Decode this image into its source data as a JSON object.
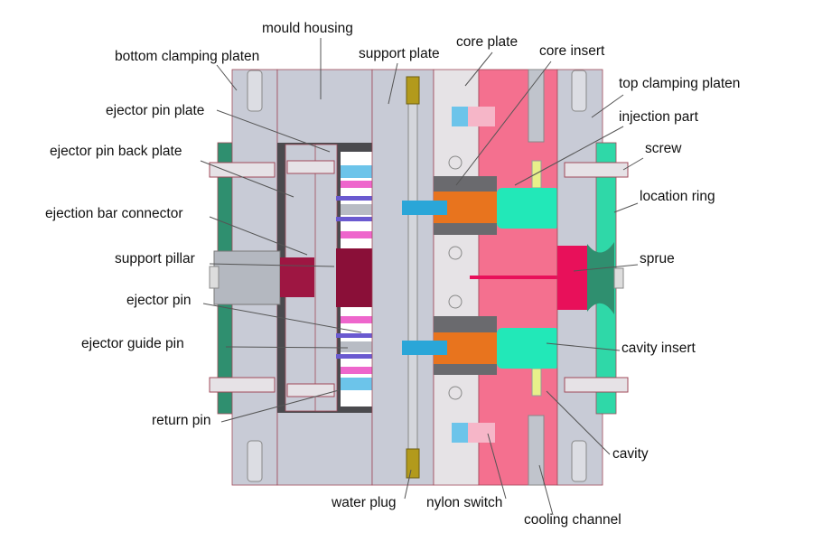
{
  "labels": {
    "mould_housing": "mould housing",
    "bottom_clamping_platen": "bottom clamping platen",
    "support_plate": "support plate",
    "core_plate": "core plate",
    "core_insert": "core insert",
    "top_clamping_platen": "top clamping platen",
    "ejector_pin_plate": "ejector pin plate",
    "injection_part": "injection part",
    "ejector_pin_back_plate": "ejector pin back plate",
    "screw": "screw",
    "location_ring": "location ring",
    "ejection_bar_connector": "ejection bar connector",
    "support_pillar": "support pillar",
    "sprue": "sprue",
    "ejector_pin": "ejector pin",
    "ejector_guide_pin": "ejector guide pin",
    "cavity_insert": "cavity insert",
    "return_pin": "return pin",
    "cavity": "cavity",
    "water_plug": "water plug",
    "nylon_switch": "nylon switch",
    "cooling_channel": "cooling channel"
  },
  "colors": {
    "plate_grey": "#c8cbd6",
    "cavity_pink": "#f4708f",
    "ring_green": "#2f8f6f",
    "insert_teal": "#22e8b8",
    "core_orange": "#e8741e",
    "connector_crimson": "#9e1642",
    "sprue_red": "#e8105a",
    "pin_cyan": "#6cc4ea"
  }
}
